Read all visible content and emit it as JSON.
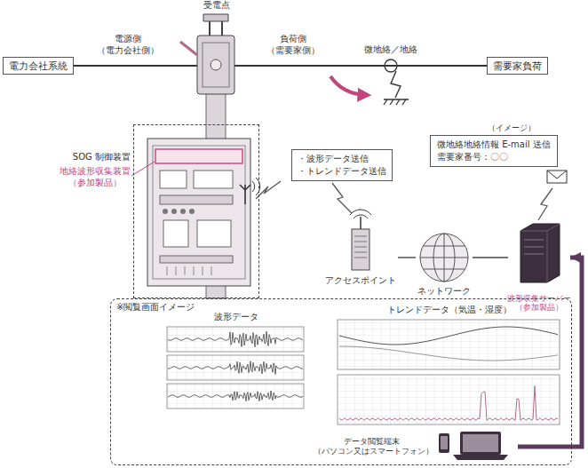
{
  "diagram": {
    "nodes": [
      {
        "text": [
          "電力会社系統"
        ]
      },
      {
        "text": [
          "受電点"
        ]
      },
      {
        "text": [
          "需要家負荷"
        ]
      },
      {
        "text": [
          "SOG 制御装置",
          "地絡波形収集装置 （参加製品）"
        ]
      },
      {
        "text": [
          "・波形データ送信",
          "・トレンドデータ送信"
        ]
      },
      {
        "text": [
          "（イメージ）",
          "微地絡地絡情報 E-mail 送信",
          "需要家番号：〇〇"
        ]
      },
      {
        "text": [
          "アクセスポイント"
        ]
      },
      {
        "text": [
          "ネットワーク"
        ]
      },
      {
        "text": [
          "波形収集サーバー （参加製品）"
        ]
      },
      {
        "text": [
          "※閲覧画面イメージ"
        ]
      },
      {
        "text": [
          "波形データ"
        ],
        "in": 9
      },
      {
        "text": [
          "トレンドデータ（気温・湿度）"
        ],
        "in": 9
      },
      {
        "text": [
          "データ閲覧端末 （パソコン又はスマートフォン）"
        ],
        "in": 9
      }
    ],
    "edges": [
      {
        "from": 0,
        "to": 1,
        "arrow": "none"
      },
      {
        "from": 1,
        "to": 2,
        "arrow": "none"
      },
      {
        "from": 6,
        "to": 7,
        "arrow": "none"
      },
      {
        "from": 7,
        "to": 8,
        "arrow": "none"
      },
      {
        "from": 12,
        "to": 8,
        "arrow": "to"
      }
    ],
    "labels": [
      "電源側 （電力会社側）",
      "負荷側 （需要家側）",
      "微地絡／地絡"
    ]
  }
}
